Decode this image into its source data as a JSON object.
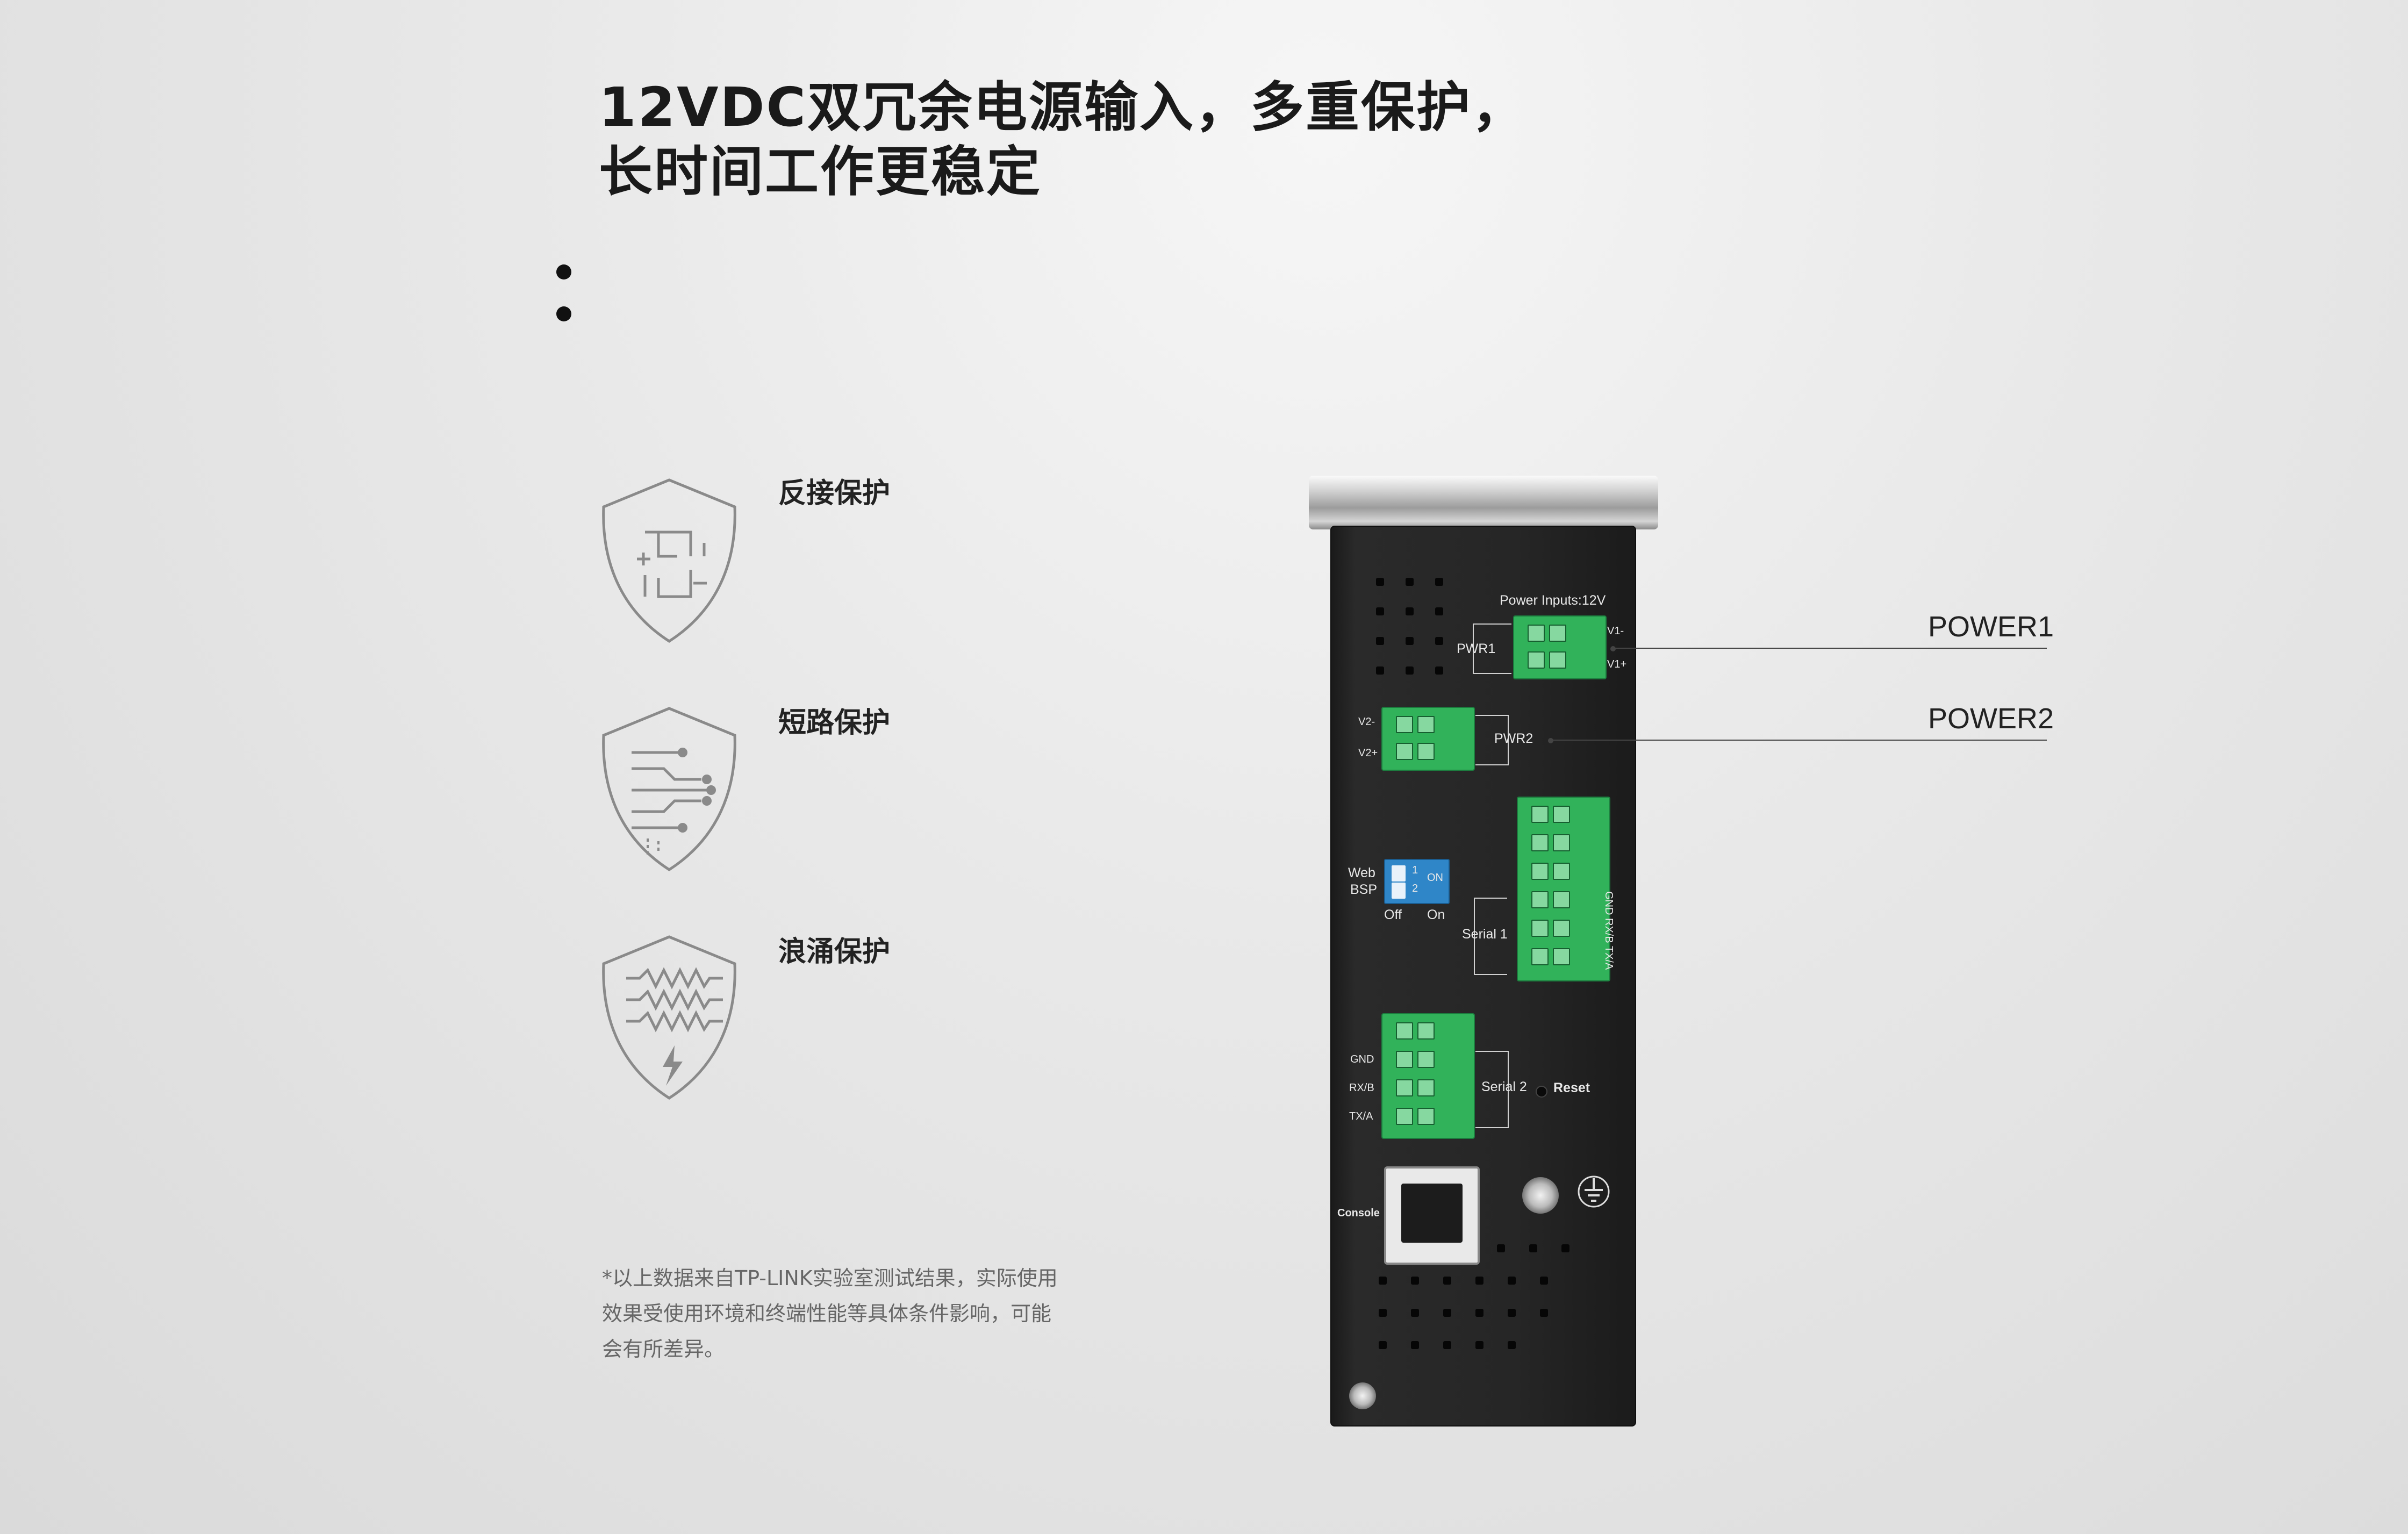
{
  "headline": {
    "line1": "12VDC双冗余电源输入，多重保护，",
    "line2": "长时间工作更稳定"
  },
  "features": [
    {
      "title": "反接保护",
      "icon": "reverse-polarity-shield-icon"
    },
    {
      "title": "短路保护",
      "icon": "short-circuit-shield-icon"
    },
    {
      "title": "浪涌保护",
      "icon": "surge-shield-icon"
    }
  ],
  "footnote": {
    "line1": "*以上数据来自TP-LINK实验室测试结果，实际使用",
    "line2": "效果受使用环境和终端性能等具体条件影响，可能",
    "line3": "会有所差异。"
  },
  "callouts": {
    "power1": "POWER1",
    "power2": "POWER2"
  },
  "device": {
    "power_inputs": "Power Inputs:12V",
    "pwr1": "PWR1",
    "pwr2": "PWR2",
    "v1_minus": "V1-",
    "v1_plus": "V1+",
    "v2_minus": "V2-",
    "v2_plus": "V2+",
    "web": "Web",
    "bsp": "BSP",
    "on_top": "ON",
    "dip1": "1",
    "dip2": "2",
    "off": "Off",
    "on": "On",
    "serial1": "Serial 1",
    "serial1_pins": "GND  RX/B  TX/A",
    "serial2": "Serial 2",
    "reset": "Reset",
    "gnd": "GND",
    "rxb": "RX/B",
    "txa": "TX/A",
    "console": "Console"
  },
  "colors": {
    "terminal_green": "#31b25a",
    "dip_blue": "#2f86c8",
    "device_black": "#262626"
  }
}
